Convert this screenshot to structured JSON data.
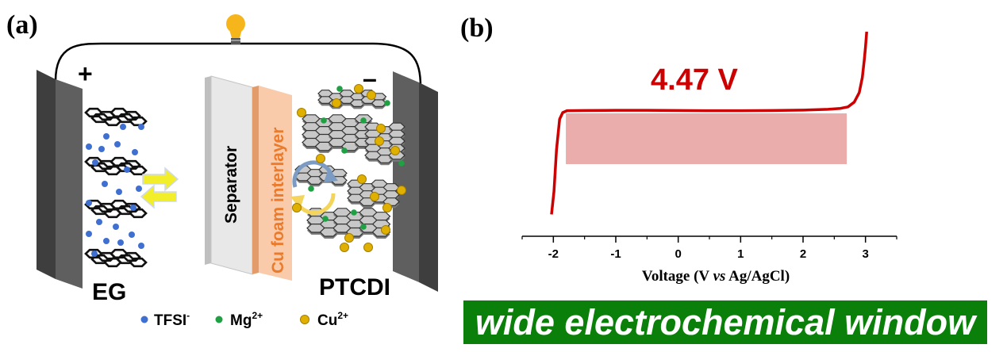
{
  "panel_a": {
    "label": "(a)",
    "plus_sign": "+",
    "minus_sign": "–",
    "separator_label": "Separator",
    "interlayer_label": "Cu foam interlayer",
    "anode_label": "EG",
    "cathode_label": "PTCDI",
    "legend": [
      {
        "ion": "TFSI",
        "charge": "-",
        "color": "#3f6fd0"
      },
      {
        "ion": "Mg",
        "charge": "2+",
        "color": "#1fa043"
      },
      {
        "ion": "Cu",
        "charge": "2+",
        "color": "#e0b000"
      }
    ],
    "bulb_icon": "lightbulb-icon",
    "colors": {
      "electrode": "#5f5f5f",
      "separator": "#e6e6e6",
      "interlayer": "#f8c8a8",
      "hexagon_fill": "#c8c8c8"
    }
  },
  "panel_b": {
    "label": "(b)",
    "window_label": "4.47 V",
    "banner_text": "wide electrochemical window",
    "banner_color": "#0a7f0a",
    "chart_data": {
      "type": "line",
      "xlabel_parts": [
        "Voltage (V ",
        "vs",
        " Ag/AgCl)"
      ],
      "xlim": [
        -2.5,
        3.5
      ],
      "xticks": [
        "-2",
        "-1",
        "0",
        "1",
        "2",
        "3"
      ],
      "window_range": [
        -1.8,
        2.7
      ],
      "series": [
        {
          "color": "#cc0000",
          "x": [
            -2.03,
            -1.99,
            -1.95,
            -1.9,
            -1.85,
            -1.78,
            -1.5,
            -1.0,
            -0.5,
            0.0,
            0.5,
            1.0,
            1.5,
            2.0,
            2.4,
            2.6,
            2.72,
            2.82,
            2.9,
            2.95,
            2.98,
            3.0,
            3.02
          ],
          "y": [
            0.04,
            0.16,
            0.38,
            0.54,
            0.575,
            0.585,
            0.586,
            0.587,
            0.587,
            0.586,
            0.585,
            0.585,
            0.586,
            0.588,
            0.592,
            0.597,
            0.605,
            0.63,
            0.68,
            0.76,
            0.85,
            0.92,
            1.0
          ]
        }
      ]
    }
  }
}
